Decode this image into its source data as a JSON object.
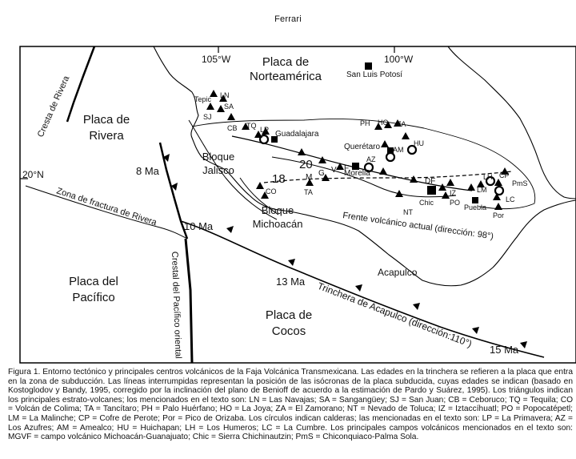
{
  "header": {
    "running_head": "Ferrari"
  },
  "map": {
    "lon_labels": {
      "l105": "105°W",
      "l100": "100°W"
    },
    "lat_label": "20°N",
    "plates": {
      "norteamerica": [
        "Placa de",
        "Norteamérica"
      ],
      "rivera": [
        "Placa de",
        "Rivera"
      ],
      "pacifico": [
        "Placa del",
        "Pacífico"
      ],
      "cocos": [
        "Placa de",
        "Cocos"
      ]
    },
    "blocks": {
      "jalisco": [
        "Bloque",
        "Jalisco"
      ],
      "michoacan": [
        "Bloque",
        "Michoacán"
      ]
    },
    "structures": {
      "cresta_rivera": "Cresta de Rivera",
      "zona_fractura": "Zona de fractura de Rivera",
      "cresta_pacifico": "Crestal del Pacífico oriental",
      "frente": "Frente volcánico actual (dirección: 98°)",
      "trinchera": "Trinchera de Acapulco (dirección:110°)"
    },
    "ages": {
      "a8": "8 Ma",
      "a10": "10 Ma",
      "a13": "13 Ma",
      "a15": "15 Ma"
    },
    "isochrones": {
      "i18": "18",
      "i20": "20"
    },
    "mgvf_letters": [
      "M",
      "G",
      "V",
      "F"
    ],
    "cities": {
      "slp": "San Luis Potosí",
      "guadalajara": "Guadalajara",
      "queretaro": "Querétaro",
      "morelia": "Morelia",
      "df": "DF",
      "puebla": "Puebla",
      "acapulco": "Acapulco",
      "tepic": "Tepic"
    },
    "volcanoes": {
      "ln": "LN",
      "sa": "SA",
      "sj": "SJ",
      "cb": "CB",
      "tq": "TQ",
      "lp": "LP",
      "ph": "PH",
      "ho": "HO",
      "za": "ZA",
      "am": "AM",
      "hu": "HU",
      "az": "AZ",
      "co": "CO",
      "ta": "TA",
      "nt": "NT",
      "chic": "Chic",
      "iz": "IZ",
      "po": "PO",
      "lm": "LM",
      "lh": "LH",
      "cp": "CP",
      "pms": "PmS",
      "lc": "LC",
      "por": "Por"
    }
  },
  "caption": {
    "text": "Figura 1. Entorno tectónico y principales centros volcánicos de la Faja Volcánica Transmexicana. Las edades en la trinchera se refieren a la placa que entra en la zona de subducción. Las líneas interrumpidas representan la posición de las isócronas de la placa subducida, cuyas edades se indican (basado en Kostoglodov y Bandy, 1995, corregido por la inclinación del plano de Benioff de acuerdo a la estimación de Pardo y Suárez, 1995). Los triángulos indican los principales estrato-volcanes; los mencionados en el texto son: LN = Las Navajas; SA = Sangangüey; SJ = San Juan; CB = Ceboruco; TQ = Tequila; CO = Volcán de Colima; TA = Tancítaro; PH = Palo Huérfano; HO = La Joya; ZA = El Zamorano; NT = Nevado de Toluca; IZ = Iztaccíhuatl; PO = Popocatépetl; LM = La Malinche; CP = Cofre de Perote; Por = Pico de Orizaba. Los círculos indican calderas; las mencionadas en el texto son: LP = La Primavera; AZ = Los Azufres; AM = Amealco; HU = Huichapan; LH = Los Humeros; LC = La Cumbre. Los principales campos volcánicos mencionados en el texto son: MGVF = campo volcánico Michoacán-Guanajuato; Chic = Sierra Chichinautzin; PmS = Chiconquiaco-Palma Sola."
  }
}
